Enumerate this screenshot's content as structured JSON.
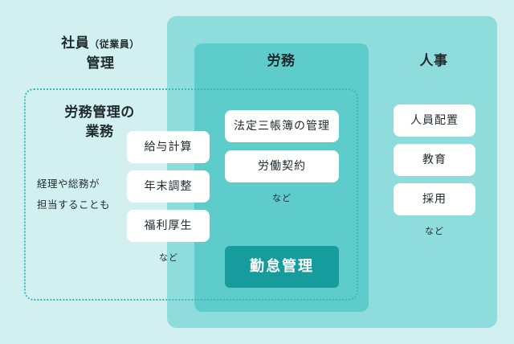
{
  "headings": {
    "employee_mgmt_line1": "社員",
    "employee_mgmt_paren": "（従業員）",
    "employee_mgmt_line2": "管理",
    "labor": "労務",
    "hr": "人事",
    "labor_mgmt_line1": "労務管理の",
    "labor_mgmt_line2": "業務"
  },
  "labor_mgmt_items": [
    "給与計算",
    "年末調整",
    "福利厚生"
  ],
  "labor_mgmt_more": "など",
  "labor_mgmt_note": [
    "経理や総務が",
    "担当することも"
  ],
  "labor_items": [
    "法定三帳簿の管理",
    "労働契約"
  ],
  "labor_more": "など",
  "attendance": "勤怠管理",
  "hr_items": [
    "人員配置",
    "教育",
    "採用"
  ],
  "hr_more": "など",
  "colors": {
    "background": "#d3f0f0",
    "employee_panel": "#8fdcdc",
    "labor_panel": "#5fcccc",
    "dashed_border": "#3bbbbb",
    "attendance_fill": "#169c9c"
  }
}
